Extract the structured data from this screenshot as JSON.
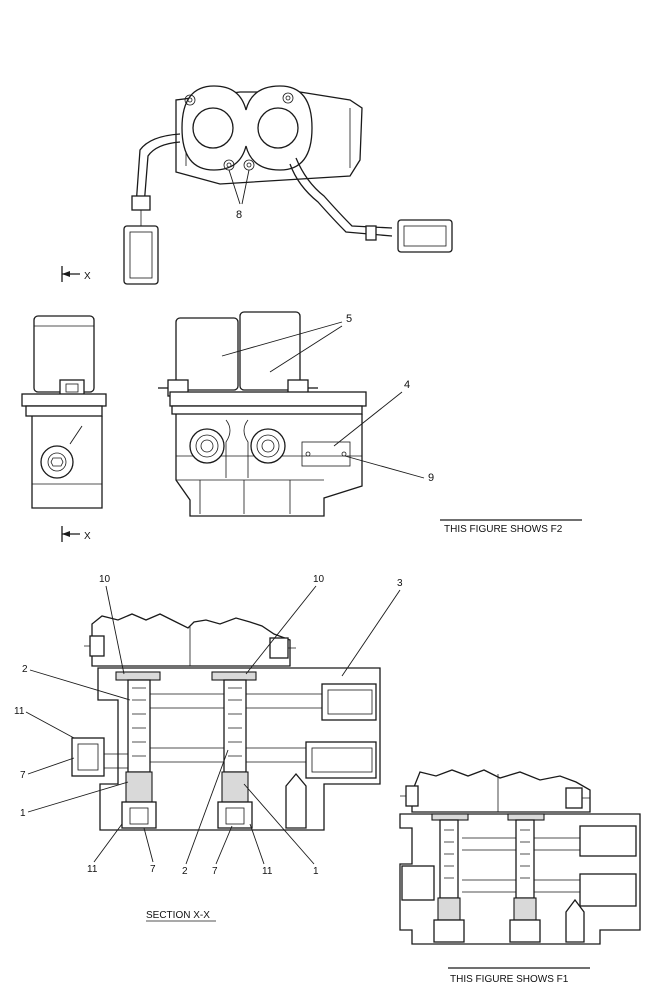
{
  "views": {
    "top_view": {
      "callouts": [
        "8"
      ]
    },
    "section_markers": {
      "upper": "X",
      "lower": "X"
    },
    "front_view": {
      "callouts": [
        "5",
        "4",
        "9"
      ]
    },
    "caption_f2": "THIS FIGURE SHOWS  F2",
    "section_view": {
      "callouts": [
        "10",
        "10",
        "3",
        "2",
        "11",
        "7",
        "1",
        "11",
        "7",
        "2",
        "7",
        "11",
        "1"
      ],
      "title": "SECTION  X-X"
    },
    "caption_f1": "THIS FIGURE SHOWS  F1"
  }
}
